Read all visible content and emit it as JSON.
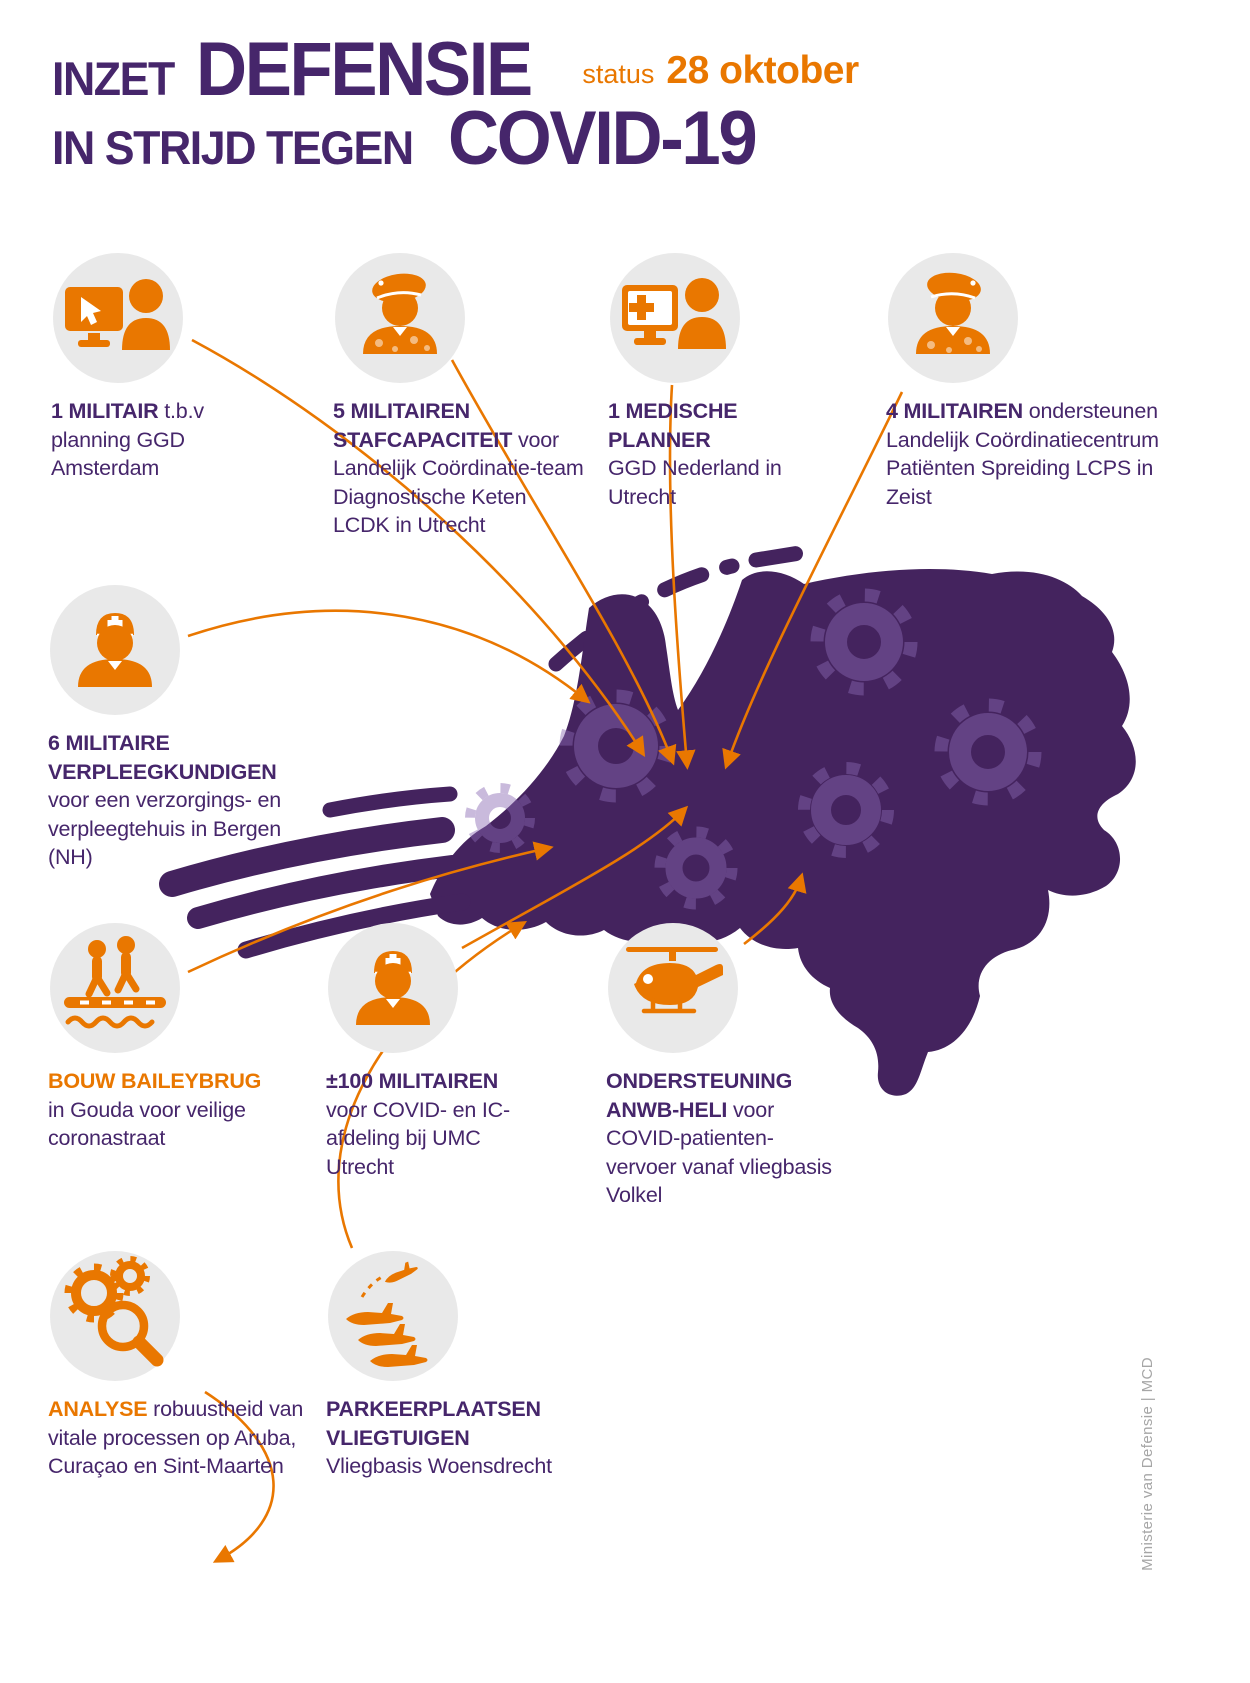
{
  "header": {
    "title_small_1": "INZET",
    "title_big_1": "DEFENSIE",
    "title_small_2": "IN STRIJD TEGEN",
    "title_big_2": "COVID-19",
    "status_label": "status",
    "status_date": "28 oktober"
  },
  "colors": {
    "purple": "#46266b",
    "map_purple": "#44235e",
    "virus_purple": "#8a68b3",
    "orange": "#e97700",
    "circle_gray": "#e9e9e9",
    "credit_gray": "#a6a6a6"
  },
  "items": [
    {
      "icon": "computer-user-icon",
      "bold": "1 MILITAIR",
      "rest": "t.b.v planning GGD Amsterdam",
      "accent": "purple"
    },
    {
      "icon": "soldier-beret-icon",
      "bold": "5 MILITAIREN STAFCAPACITEIT",
      "rest": "voor Landelijk Coördinatie-team Diagnostische Keten LCDK in Utrecht",
      "accent": "purple"
    },
    {
      "icon": "medical-screen-user-icon",
      "bold": "1 MEDISCHE PLANNER",
      "rest": "GGD Nederland in Utrecht",
      "accent": "purple"
    },
    {
      "icon": "soldier-camo-icon",
      "bold": "4 MILITAIREN",
      "rest": "ondersteunen Landelijk Coördinatiecentrum Patiënten Spreiding LCPS in Zeist",
      "accent": "purple"
    },
    {
      "icon": "nurse-icon",
      "bold": "6 MILITAIRE VERPLEEGKUNDIGEN",
      "rest": "voor een verzorgings- en verpleegtehuis in Bergen (NH)",
      "accent": "purple"
    },
    {
      "icon": "bridge-pedestrians-icon",
      "bold": "BOUW BAILEYBRUG",
      "rest": "in Gouda voor veilige coronastraat",
      "accent": "orange"
    },
    {
      "icon": "nurse-icon",
      "bold": "±100 MILITAIREN",
      "rest": "voor COVID- en IC-afdeling bij UMC Utrecht",
      "accent": "purple"
    },
    {
      "icon": "helicopter-icon",
      "bold": "ONDERSTEUNING ANWB-HELI",
      "rest": "voor COVID-patienten-vervoer vanaf vliegbasis Volkel",
      "accent": "purple"
    },
    {
      "icon": "gears-magnifier-icon",
      "bold": "ANALYSE",
      "rest": "robuustheid van vitale processen op Aruba, Curaçao en Sint-Maarten",
      "accent": "orange"
    },
    {
      "icon": "airplanes-icon",
      "bold": "PARKEERPLAATSEN VLIEGTUIGEN",
      "rest": "Vliegbasis Woensdrecht",
      "accent": "purple"
    }
  ],
  "credit": "Ministerie van Defensie | MCD"
}
